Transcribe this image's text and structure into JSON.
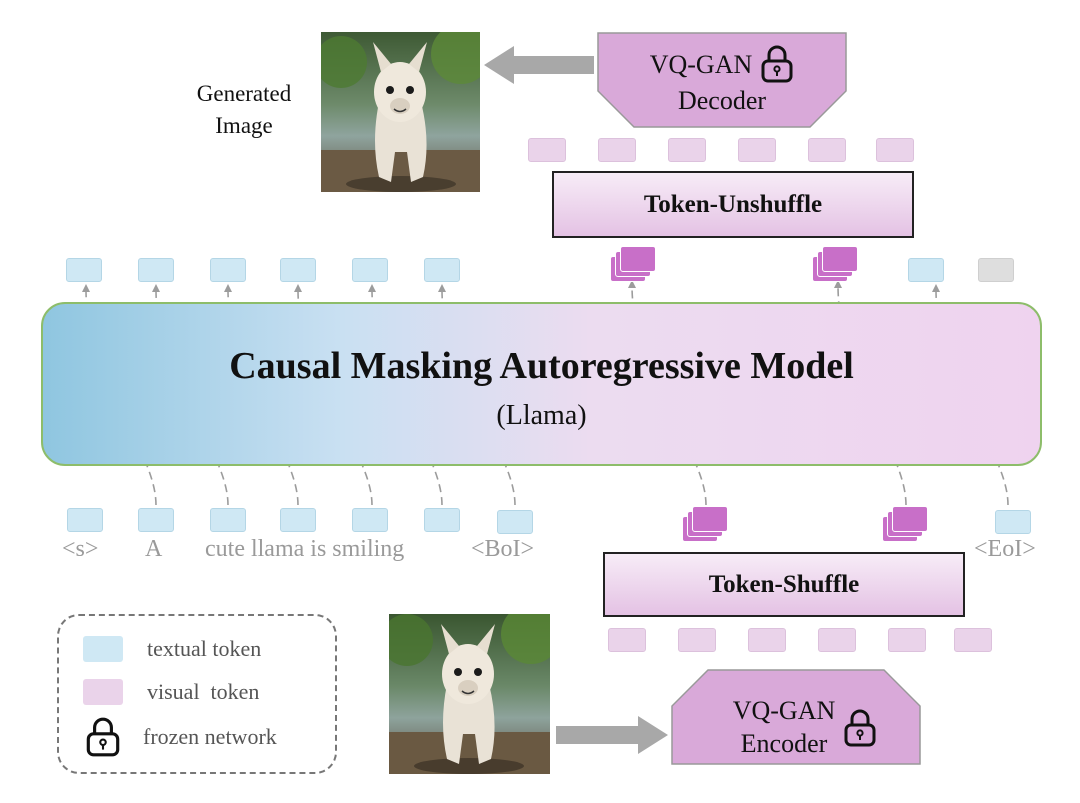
{
  "generated_image_label": [
    "Generated",
    "Image"
  ],
  "decoder": {
    "line1": "VQ-GAN",
    "line2": "Decoder",
    "icon": "lock-icon"
  },
  "encoder": {
    "line1": "VQ-GAN",
    "line2": "Encoder",
    "icon": "lock-icon"
  },
  "token_unshuffle": "Token-Unshuffle",
  "token_shuffle": "Token-Shuffle",
  "model": {
    "title": "Causal Masking Autoregressive Model",
    "subtitle": "(Llama)"
  },
  "input_words": {
    "s": "<s>",
    "a": "A",
    "sentence": "cute llama is smiling",
    "boi": "<BoI>",
    "eoi": "<EoI>"
  },
  "legend": [
    {
      "label": "textual token",
      "swatch": "#cfe8f4"
    },
    {
      "label": "visual  token",
      "swatch": "#ead3ea"
    },
    {
      "label": "frozen network",
      "icon": "lock-icon"
    }
  ],
  "colors": {
    "model_left": "#8fc6e0",
    "model_right": "#efd3ef",
    "model_border": "#8dbd6a",
    "vq_fill": "#d9a9d9",
    "arrow": "#a8a8a8"
  }
}
